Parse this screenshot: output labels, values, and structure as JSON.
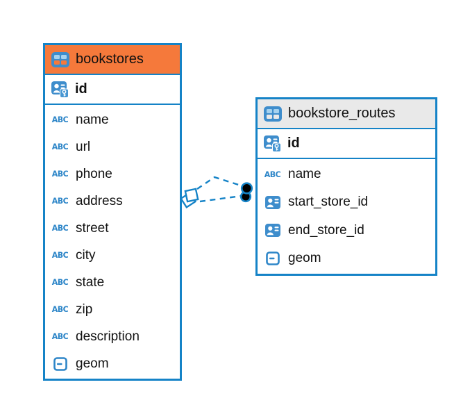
{
  "icons": {
    "abc_label": "ABC"
  },
  "colors": {
    "table_border": "#1583c7",
    "connector": "#1583c7",
    "bookstores_header_bg": "#f5793b",
    "routes_header_bg": "#e9e9e9",
    "icon_blue": "#3e8dcc",
    "icon_blue_light": "#a5d2ef",
    "text": "#111111"
  },
  "tables": [
    {
      "name": "bookstores",
      "key_column": {
        "name": "id",
        "icon": "primary-key-icon"
      },
      "columns": [
        {
          "name": "name",
          "icon": "string-type-icon"
        },
        {
          "name": "url",
          "icon": "string-type-icon"
        },
        {
          "name": "phone",
          "icon": "string-type-icon"
        },
        {
          "name": "address",
          "icon": "string-type-icon"
        },
        {
          "name": "street",
          "icon": "string-type-icon"
        },
        {
          "name": "city",
          "icon": "string-type-icon"
        },
        {
          "name": "state",
          "icon": "string-type-icon"
        },
        {
          "name": "zip",
          "icon": "string-type-icon"
        },
        {
          "name": "description",
          "icon": "string-type-icon"
        },
        {
          "name": "geom",
          "icon": "geometry-type-icon"
        }
      ]
    },
    {
      "name": "bookstore_routes",
      "key_column": {
        "name": "id",
        "icon": "primary-key-icon"
      },
      "columns": [
        {
          "name": "name",
          "icon": "string-type-icon"
        },
        {
          "name": "start_store_id",
          "icon": "reference-type-icon"
        },
        {
          "name": "end_store_id",
          "icon": "reference-type-icon"
        },
        {
          "name": "geom",
          "icon": "geometry-type-icon"
        }
      ]
    }
  ],
  "relationships": [
    {
      "from_table": "bookstores",
      "to_table": "bookstore_routes",
      "line_style": "dashed",
      "from_marker": "diamond",
      "to_marker": "dot"
    },
    {
      "from_table": "bookstores",
      "to_table": "bookstore_routes",
      "line_style": "dashed",
      "from_marker": "diamond",
      "to_marker": "dot"
    }
  ]
}
